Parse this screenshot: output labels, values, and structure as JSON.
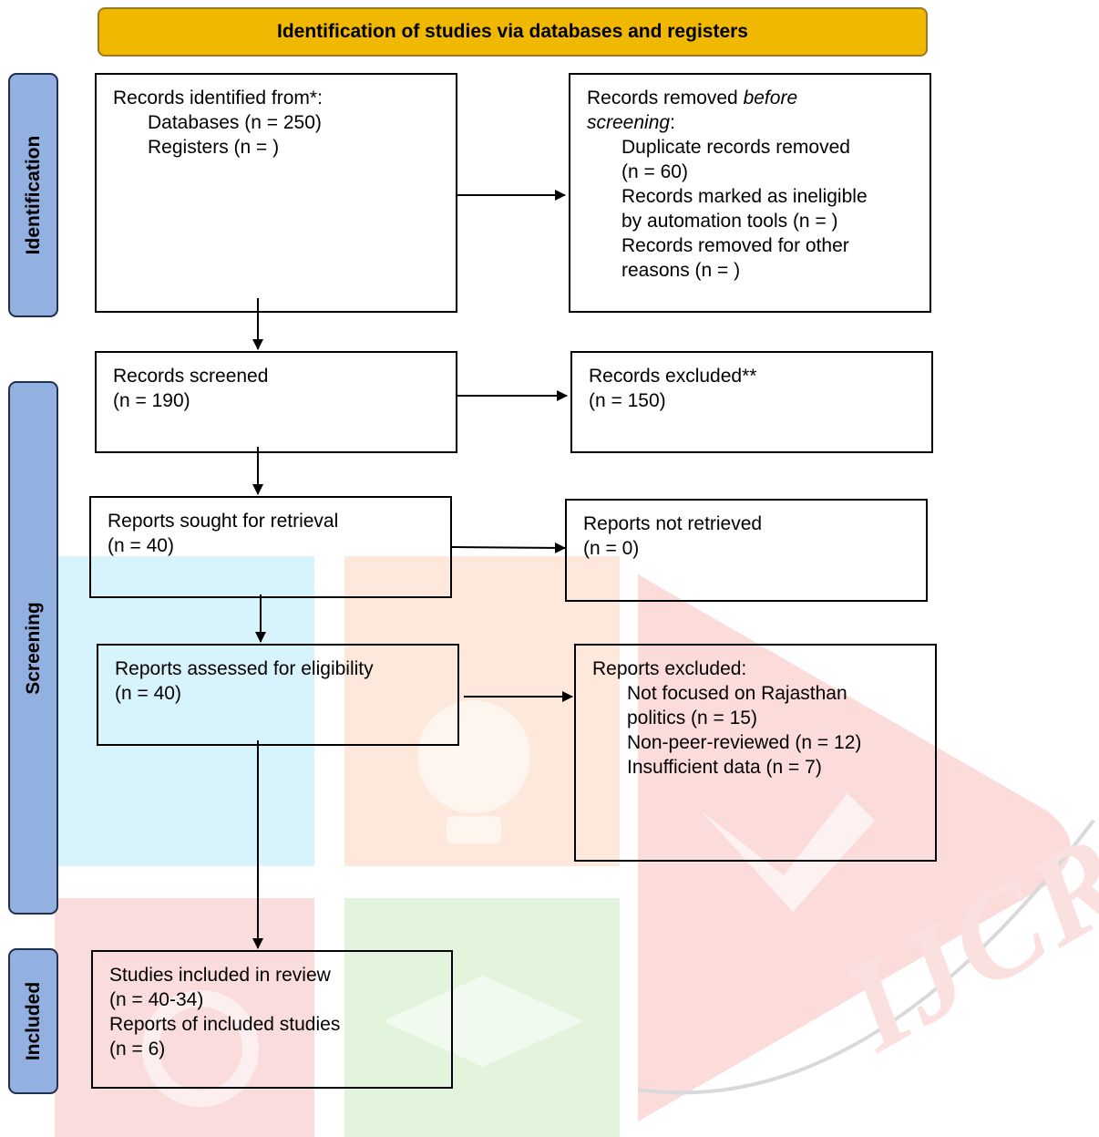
{
  "header": {
    "title": "Identification of studies via databases and registers"
  },
  "phases": [
    {
      "label": "Identification"
    },
    {
      "label": "Screening"
    },
    {
      "label": "Included"
    }
  ],
  "boxes": {
    "identified": {
      "line1": "Records identified from*:",
      "line2": "Databases (n = 250)",
      "line3": "Registers (n = )"
    },
    "removed": {
      "line1a": "Records removed ",
      "line1b": "before",
      "line2a": "screening",
      "line2b": ":",
      "line3": "Duplicate records removed",
      "line4": "(n = 60)",
      "line5": "Records marked as ineligible",
      "line6": "by automation tools (n = )",
      "line7": "Records removed for other",
      "line8": "reasons (n = )"
    },
    "screened": {
      "line1": "Records screened",
      "line2": "(n = 190)"
    },
    "excluded": {
      "line1": "Records excluded**",
      "line2": "(n = 150)"
    },
    "sought": {
      "line1": "Reports sought for retrieval",
      "line2": "(n = 40)"
    },
    "not_retrieved": {
      "line1": "Reports not retrieved",
      "line2": "(n = 0)"
    },
    "assessed": {
      "line1": "Reports assessed for eligibility",
      "line2": "(n = 40)"
    },
    "reports_excluded": {
      "line1": "Reports excluded:",
      "line2": "Not focused on Rajasthan",
      "line3": "politics (n = 15)",
      "line4": "Non-peer-reviewed (n = 12)",
      "line5": "Insufficient data (n = 7)"
    },
    "included": {
      "line1": "Studies included in review",
      "line2": "(n = 40-34)",
      "line3": "Reports of included studies",
      "line4": "(n = 6)"
    }
  },
  "watermark": {
    "text": "IJCRT"
  },
  "colors": {
    "banner": "#f0b800",
    "phase": "#92b0e0"
  }
}
